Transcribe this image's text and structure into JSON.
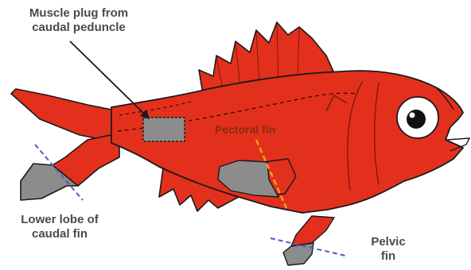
{
  "labels": {
    "muscle_plug": [
      "Muscle plug from",
      "caudal peduncle"
    ],
    "pectoral_fin": "Pectoral fin",
    "lower_lobe": [
      "Lower lobe of",
      "caudal fin"
    ],
    "pelvic_fin": [
      "Pelvic",
      "fin"
    ]
  },
  "colors": {
    "body_red": "#e3301d",
    "outline": "#1a1a1a",
    "sample_gray": "#8c8c8c",
    "cut_blue": "#5a56c8",
    "pectoral_cut_orange": "#f2a31b",
    "label_text": "#4a4a4a",
    "pectoral_label_text": "#8a2a0c"
  }
}
